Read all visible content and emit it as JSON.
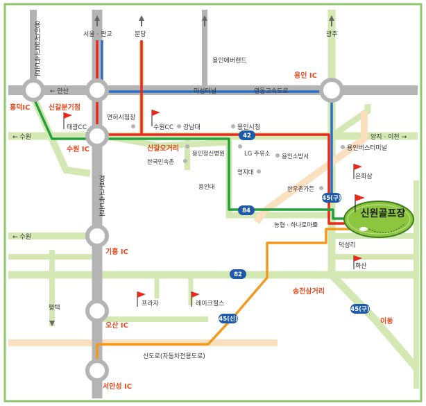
{
  "colors": {
    "frame": "#8ec86a",
    "expressway": "#b4b4b4",
    "road": "#d4e8b4",
    "orange_road": "#fbe0c0",
    "route_red": "#e8291c",
    "route_blue": "#2d6fc4",
    "route_green": "#23a03c",
    "route_orange": "#f39a1e",
    "badge": "#1e5aa8",
    "accent_text": "#e8491c",
    "golf_fill": "#8cc63f"
  },
  "destination": {
    "name": "신원골프장"
  },
  "badges": {
    "r42": "42",
    "r84": "84",
    "r82": "82",
    "r45a": "45(구)",
    "r45b": "45(신)",
    "r45c": "45(구)"
  },
  "interchanges": {
    "hongdeok": "홍덕IC",
    "suwon": "수원 IC",
    "yongin": "용인 IC",
    "giheung": "기흥 IC",
    "osan": "오산 IC",
    "seoan": "서안성 IC",
    "singal_branch": "신갈분기점",
    "singal_cross": "신갈오거리",
    "songjeon": "송전삼거리"
  },
  "directions": {
    "seoul_pangyo": "서울 · 판교",
    "bundang": "분당",
    "gwangju": "광주",
    "ansan": "← 안산",
    "suwon_w1": "← 수원",
    "suwon_w2": "← 수원",
    "yangji_icheon": "양지 · 이천 →",
    "pyeongtaek": "평택",
    "idong": "이동"
  },
  "roads": {
    "yongin_seoul": "용인서울고속도로",
    "gyeongbu": "경부고속도로",
    "maseong_tunnel": "마성터널",
    "yeongdong": "영동고속도로",
    "sindoro": "신도로(자동차전용도로)"
  },
  "places": {
    "everland": "용인에버랜드",
    "myeonheo": "면허시험장",
    "taegwang": "태광CC",
    "suwon_cc": "수원CC",
    "gangnam": "강남대",
    "yongin_cityhall": "용인시청",
    "bus_terminal": "용인버스터미널",
    "hanguk_minsok": "한국민속촌",
    "jeongsin": "용인정신병원",
    "lg_station": "LG 주유소",
    "fire_station": "용인소방서",
    "myongji": "명지대",
    "eunhwasam": "은화삼",
    "yongin_univ": "용인대",
    "hanuchon": "한우촌가든",
    "nonghyup": "농협 · 하나로마트",
    "deokseong": "덕성리",
    "hwasan": "화산",
    "praza": "프라자",
    "lake_hills": "레이크힐스"
  }
}
